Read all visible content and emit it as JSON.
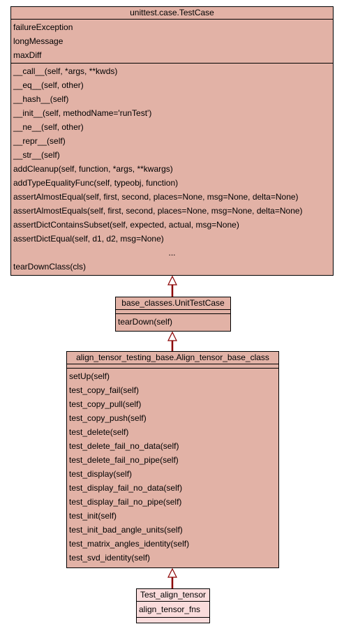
{
  "classes": {
    "testcase": {
      "name": "unittest.case.TestCase",
      "attributes": [
        "failureException",
        "longMessage",
        "maxDiff"
      ],
      "methods": [
        "__call__(self, *args, **kwds)",
        "__eq__(self, other)",
        "__hash__(self)",
        "__init__(self, methodName='runTest')",
        "__ne__(self, other)",
        "__repr__(self)",
        "__str__(self)",
        "addCleanup(self, function, *args, **kwargs)",
        "addTypeEqualityFunc(self, typeobj, function)",
        "assertAlmostEqual(self, first, second, places=None, msg=None, delta=None)",
        "assertAlmostEquals(self, first, second, places=None, msg=None, delta=None)",
        "assertDictContainsSubset(self, expected, actual, msg=None)",
        "assertDictEqual(self, d1, d2, msg=None)",
        "...",
        "tearDownClass(cls)"
      ]
    },
    "unittestcase": {
      "name": "base_classes.UnitTestCase",
      "methods": [
        "tearDown(self)"
      ]
    },
    "align_base": {
      "name": "align_tensor_testing_base.Align_tensor_base_class",
      "methods": [
        "setUp(self)",
        "test_copy_fail(self)",
        "test_copy_pull(self)",
        "test_copy_push(self)",
        "test_delete(self)",
        "test_delete_fail_no_data(self)",
        "test_delete_fail_no_pipe(self)",
        "test_display(self)",
        "test_display_fail_no_data(self)",
        "test_display_fail_no_pipe(self)",
        "test_init(self)",
        "test_init_bad_angle_units(self)",
        "test_matrix_angles_identity(self)",
        "test_svd_identity(self)"
      ]
    },
    "test_align": {
      "name": "Test_align_tensor",
      "attributes": [
        "align_tensor_fns"
      ]
    }
  },
  "colors": {
    "class_fill": "#e2b2a6",
    "leaf_fill": "#fadcdc",
    "edge": "#8b0000"
  }
}
